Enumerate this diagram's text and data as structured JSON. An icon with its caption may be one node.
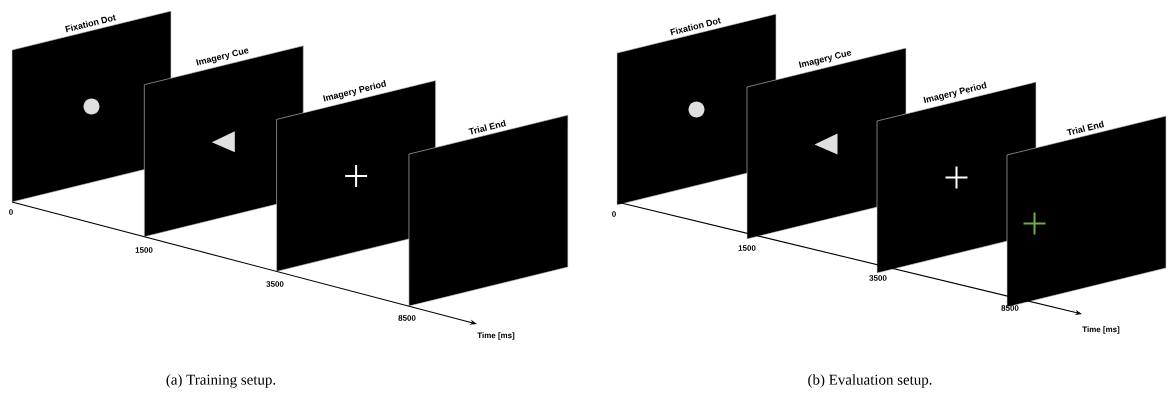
{
  "diagram": {
    "nodes": [
      {
        "text": [
          "Fixation Dot"
        ]
      },
      {
        "text": [
          "Imagery Cue"
        ]
      },
      {
        "text": [
          "Imagery Period"
        ]
      },
      {
        "text": [
          "Trial End"
        ]
      },
      {
        "text": [
          "Fixation Dot"
        ]
      },
      {
        "text": [
          "Imagery Cue"
        ]
      },
      {
        "text": [
          "Imagery Period"
        ]
      },
      {
        "text": [
          "Trial End"
        ]
      }
    ],
    "labels": [
      "0",
      "1500",
      "3500",
      "8500",
      "Time [ms]",
      "0",
      "1500",
      "3500",
      "8500",
      "Time [ms]",
      "(a) Training setup.",
      "(b) Evaluation setup."
    ]
  }
}
